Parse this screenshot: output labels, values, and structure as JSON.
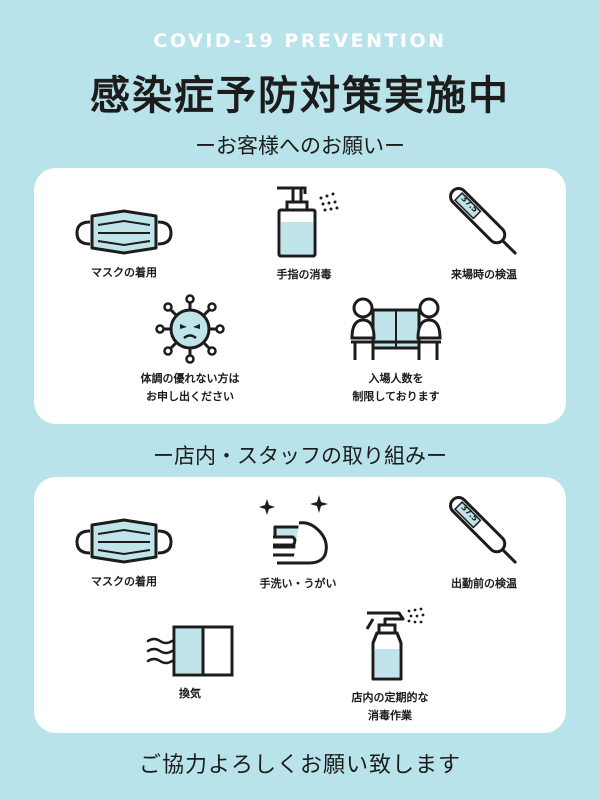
{
  "header": {
    "en_title": "COVID-19 PREVENTION",
    "title": "感染症予防対策実施中"
  },
  "section_customer": {
    "title": "ーお客様へのお願いー",
    "items": [
      {
        "label": "マスクの着用",
        "icon": "mask-icon"
      },
      {
        "label": "手指の消毒",
        "icon": "sanitizer-bottle-icon"
      },
      {
        "label": "来場時の検温",
        "icon": "thermometer-icon",
        "reading": "37.5"
      },
      {
        "label": "体調の優れない方は\nお申し出ください",
        "icon": "virus-icon"
      },
      {
        "label": "入場人数を\n制限しております",
        "icon": "people-distance-icon"
      }
    ]
  },
  "section_staff": {
    "title": "ー店内・スタッフの取り組みー",
    "items": [
      {
        "label": "マスクの着用",
        "icon": "mask-icon"
      },
      {
        "label": "手洗い・うがい",
        "icon": "hand-wash-icon"
      },
      {
        "label": "出勤前の検温",
        "icon": "thermometer-icon",
        "reading": "37.5"
      },
      {
        "label": "換気",
        "icon": "ventilation-window-icon"
      },
      {
        "label": "店内の定期的な\n消毒作業",
        "icon": "spray-bottle-icon"
      }
    ]
  },
  "footer": {
    "text": "ご協力よろしくお願い致します"
  },
  "colors": {
    "background": "#b9e3ea",
    "card": "#ffffff",
    "accent": "#bfe4ea",
    "ink": "#1c1c1c"
  }
}
